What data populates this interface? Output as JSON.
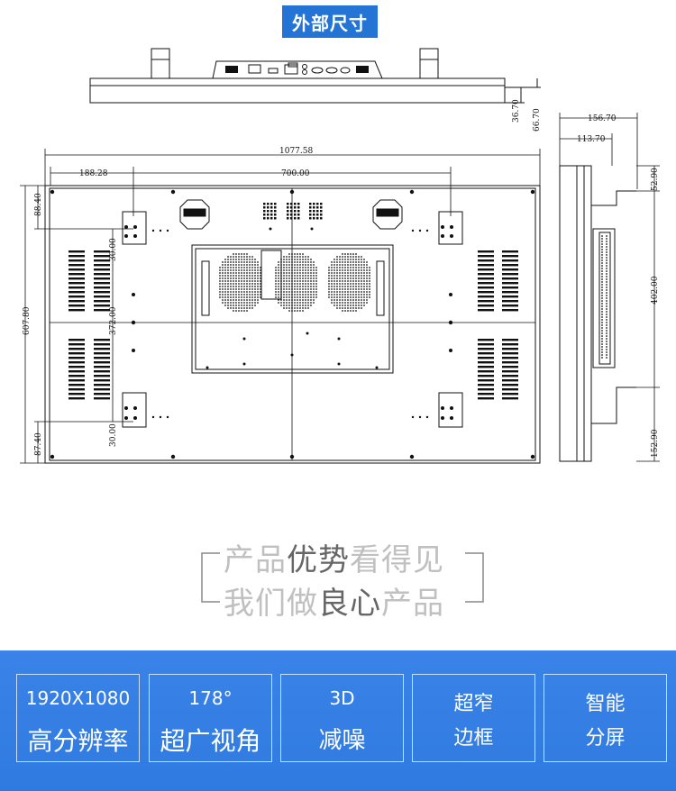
{
  "header": {
    "title": "外部尺寸"
  },
  "dimensions": {
    "top_view": {
      "d1": "36.70",
      "d2": "66.70"
    },
    "front_view": {
      "width_total": "1077.58",
      "mount_offset": "188.28",
      "mount_spacing": "700.00",
      "height_total": "607.80",
      "top_offset": "88.40",
      "bottom_offset": "87.40",
      "left_upper": "30.00",
      "left_mid": "372.00",
      "left_lower": "30.00"
    },
    "side_view": {
      "depth_total": "156.70",
      "depth_inner": "113.70",
      "top_seg": "52.90",
      "mid_seg": "402.00",
      "bot_seg": "152.90"
    }
  },
  "slogan": {
    "line1_a": "产品",
    "line1_b": "优势",
    "line1_c": "看得见",
    "line2_a": "我们做",
    "line2_b": "良心",
    "line2_c": "产品"
  },
  "features": [
    {
      "line1": "1920X1080",
      "line2": "高分辨率"
    },
    {
      "line1": "178°",
      "line2": "超广视角"
    },
    {
      "line1": "3D",
      "line2": "减噪"
    },
    {
      "line1": "超窄",
      "line2": "边框"
    },
    {
      "line1": "智能",
      "line2": "分屏"
    }
  ],
  "colors": {
    "accent": "#2474d6",
    "banner": "#3580e5",
    "line": "#111111"
  }
}
